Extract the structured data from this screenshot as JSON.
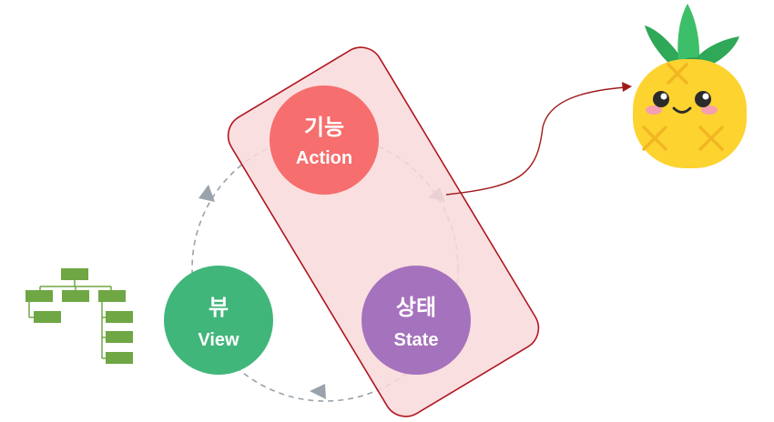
{
  "nodes": {
    "action": {
      "title": "기능",
      "subtitle": "Action",
      "color": "#f66e6e"
    },
    "view": {
      "title": "뷰",
      "subtitle": "View",
      "color": "#41b67a"
    },
    "state": {
      "title": "상태",
      "subtitle": "State",
      "color": "#a572bd"
    }
  },
  "highlight": {
    "fill": "#f9d9da",
    "stroke": "#b01620"
  },
  "cycle": {
    "stroke": "#9aa3ab",
    "arrow": "#9aa3ab"
  },
  "connector": {
    "color": "#a11a1a"
  },
  "tree": {
    "color": "#6fa744"
  },
  "mascot": {
    "body": "#fdd32f",
    "leaves": "#2fa857",
    "marks": "#f2b623",
    "cheeks": "#f5a0b0"
  }
}
